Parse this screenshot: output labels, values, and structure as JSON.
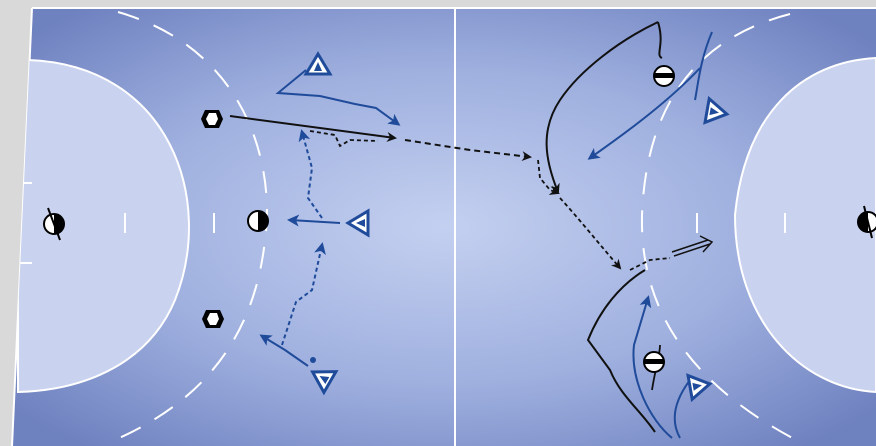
{
  "colors": {
    "background": "#d9d9d9",
    "court_edge": "#6f82c0",
    "court_center": "#b9c6ea",
    "goal_area": "#c9d2ee",
    "line": "#ffffff",
    "attack_line": "#111111",
    "defense_line": "#1f4b9a"
  },
  "elements": {
    "attackers": [
      "attacker-icon",
      "attacker-icon",
      "attacker-icon",
      "attacker-icon"
    ],
    "goalkeepers": [
      "goalkeeper-icon",
      "goalkeeper-icon"
    ],
    "defenders": [
      "defender-triangle-icon",
      "defender-triangle-icon",
      "defender-triangle-icon"
    ],
    "arrows": [
      "movement-arrow",
      "pass-arrow",
      "dribble-arrow"
    ]
  }
}
